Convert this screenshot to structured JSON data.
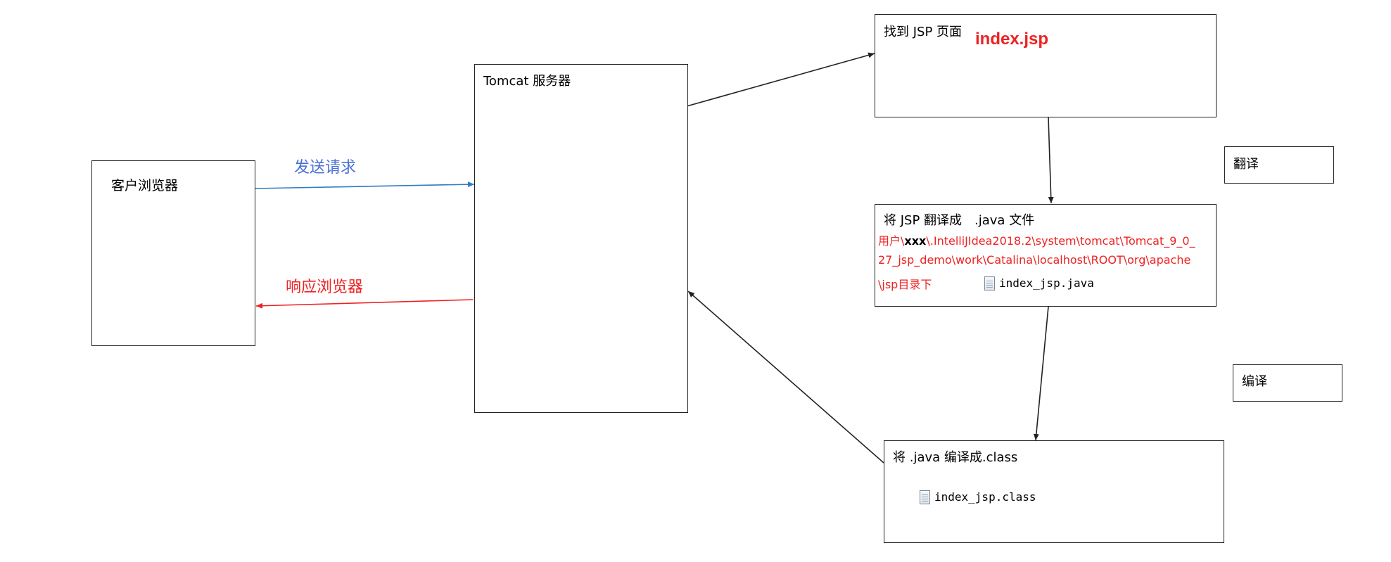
{
  "nodes": {
    "client": {
      "label": "客户浏览器"
    },
    "tomcat": {
      "label": "Tomcat 服务器"
    },
    "find_jsp": {
      "label": "找到 JSP 页面",
      "highlight": "index.jsp"
    },
    "translate_box": {
      "label": "将 JSP 翻译成　.java 文件",
      "path_prefix": "用户\\",
      "path_user": "xxx",
      "path_line1_rest": "\\.IntelliJIdea2018.2\\system\\tomcat\\Tomcat_9_0_",
      "path_line2": "27_jsp_demo\\work\\Catalina\\localhost\\ROOT\\org\\apache",
      "path_line3": "\\jsp目录下",
      "file": "index_jsp.java",
      "file_icon": "file-icon"
    },
    "compile_box": {
      "label": "将 .java 编译成.class",
      "file": "index_jsp.class",
      "file_icon": "file-icon"
    }
  },
  "side_labels": {
    "translate": "翻译",
    "compile": "编译"
  },
  "edges": {
    "send_request": "发送请求",
    "respond_browser": "响应浏览器"
  },
  "colors": {
    "request": "#2e7bc4",
    "request_text": "#4a6fd6",
    "response": "#ee2222",
    "line": "#222222"
  }
}
